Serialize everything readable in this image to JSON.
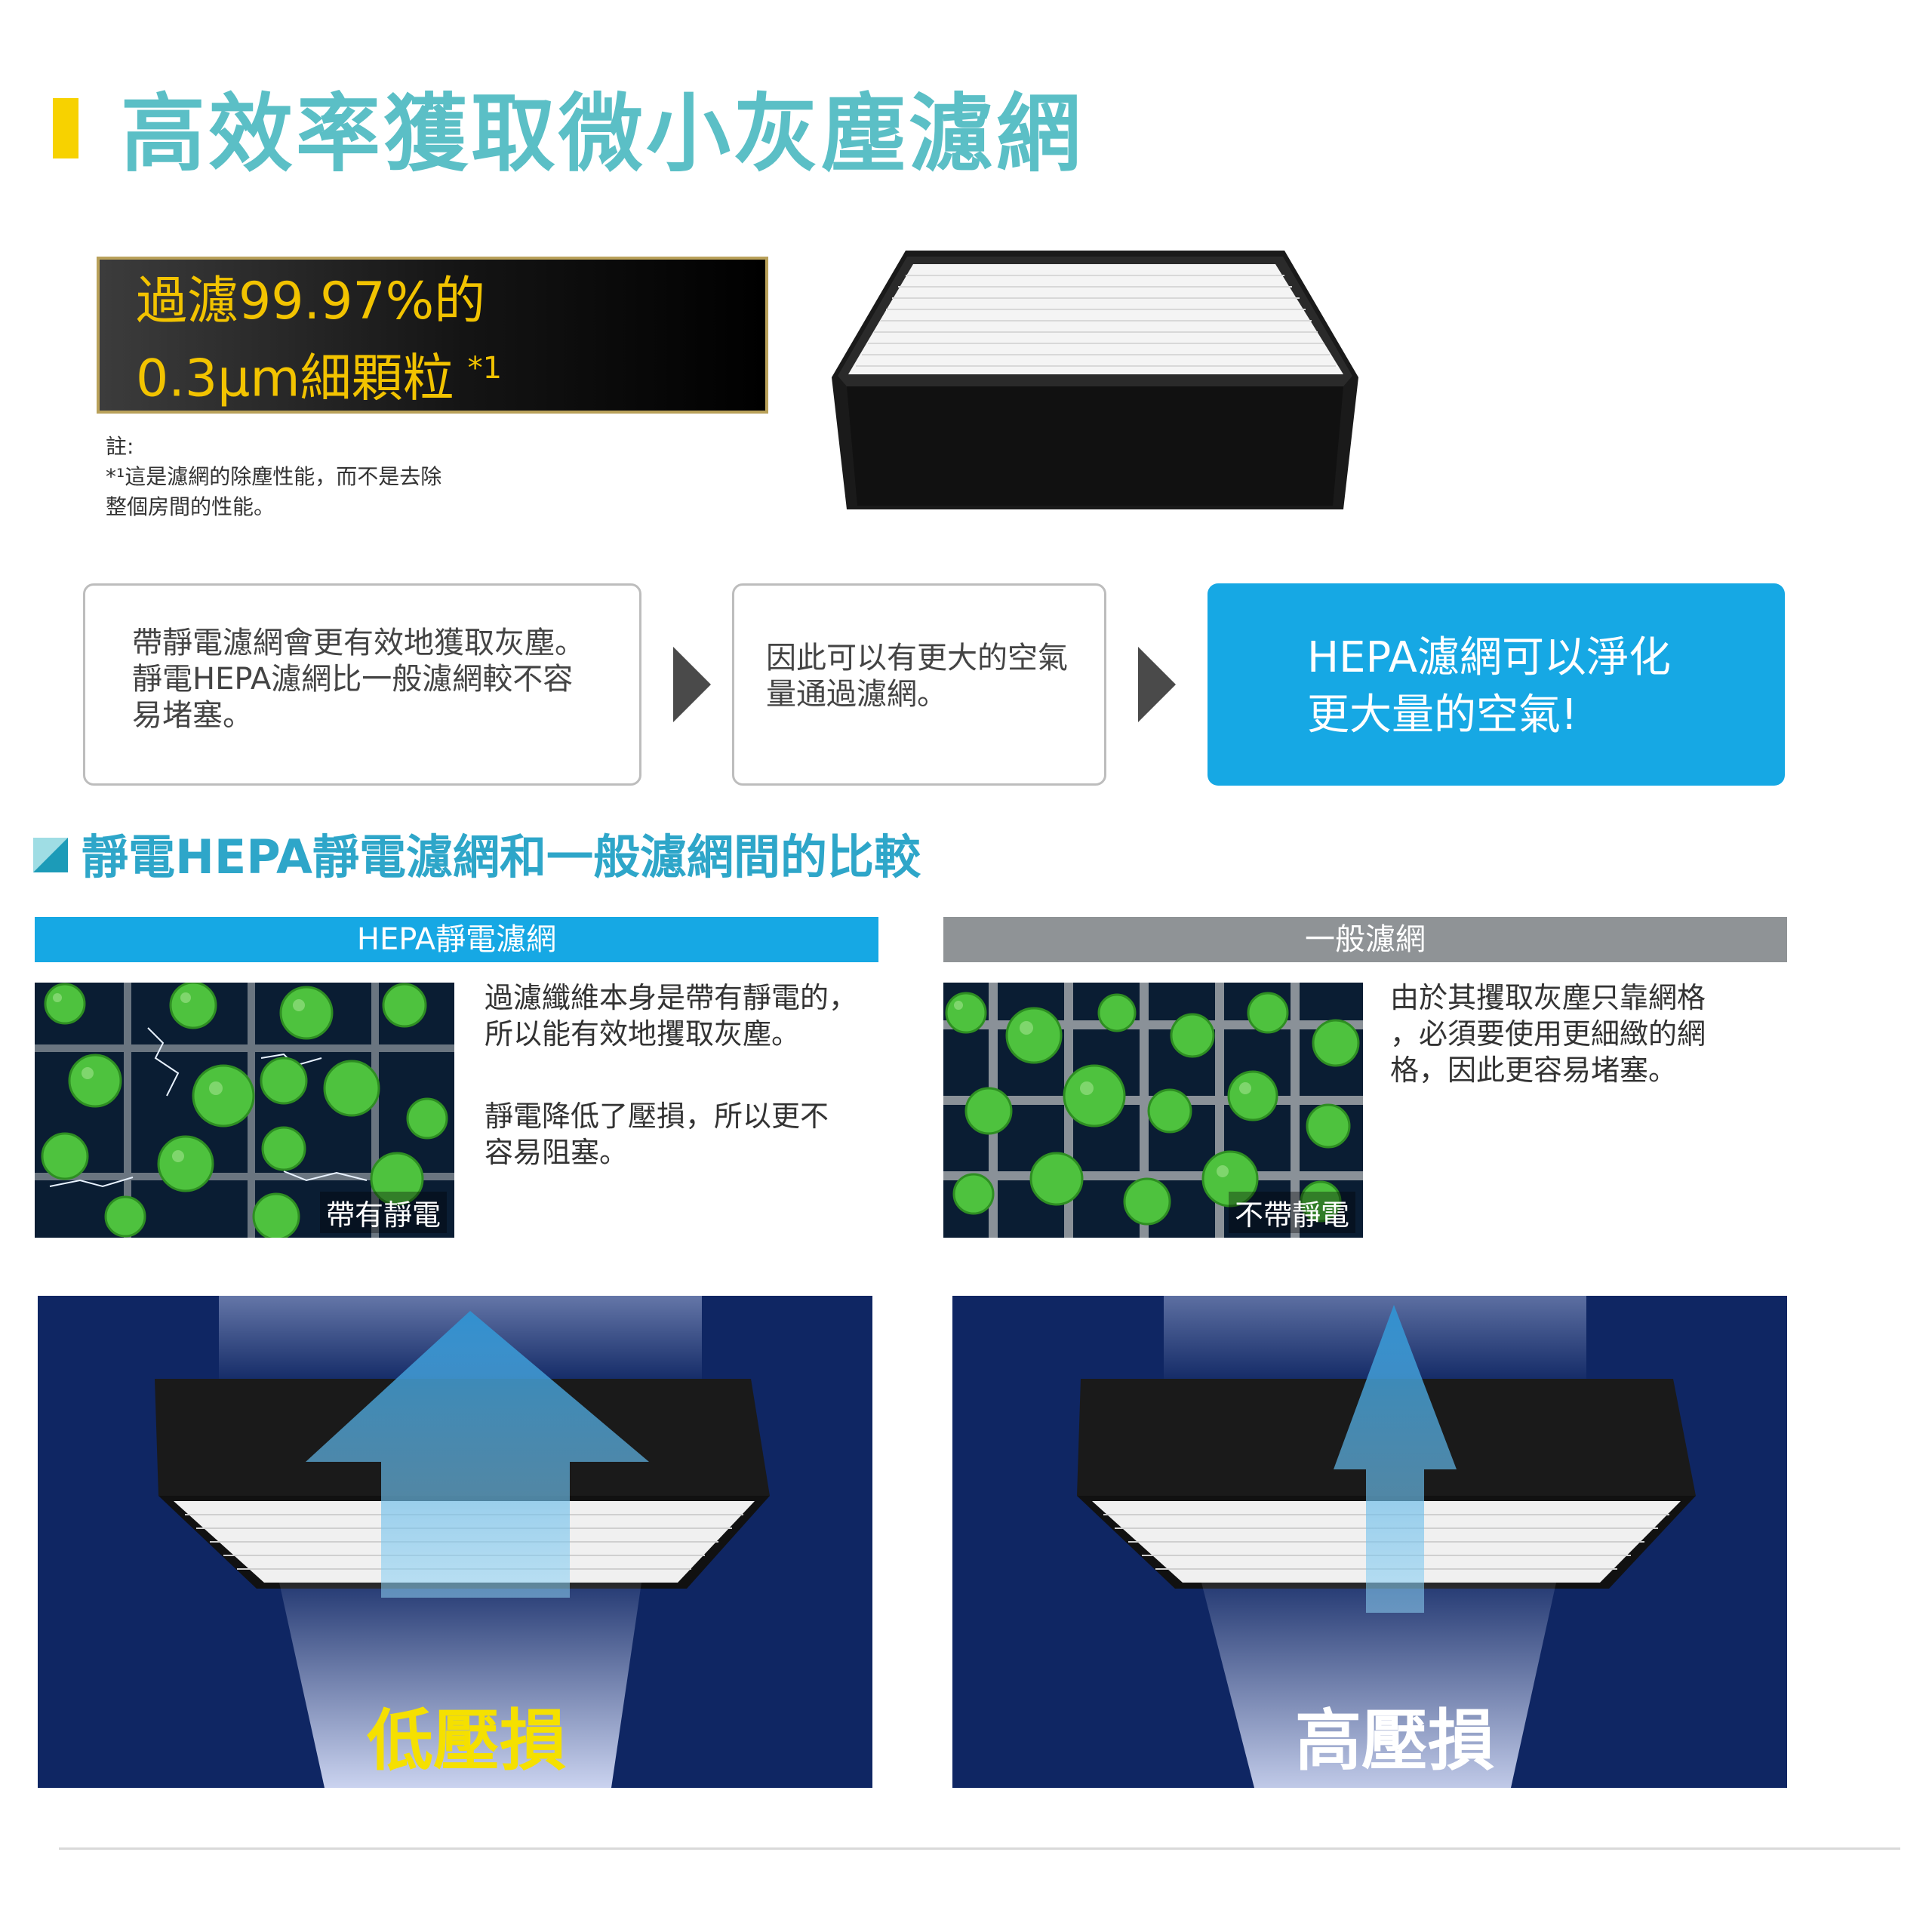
{
  "header": {
    "title": "高效率獲取微小灰塵濾網"
  },
  "spec": {
    "line1": "過濾99.97%的",
    "line2": "0.3μm細顆粒",
    "footnote_mark": "*1"
  },
  "note": {
    "label": "註:",
    "line1": "*¹這是濾網的除塵性能，而不是去除",
    "line2": "整個房間的性能。"
  },
  "flow": {
    "step1": [
      "帶靜電濾網會更有效地獲取灰塵。",
      "靜電HEPA濾網比一般濾網較不容",
      "易堵塞。"
    ],
    "step2": [
      "因此可以有更大的空氣",
      "量通過濾網。"
    ],
    "result": [
      "HEPA濾網可以淨化",
      "更大量的空氣!"
    ]
  },
  "comparison": {
    "title": "靜電HEPA靜電濾網和一般濾網間的比較",
    "hepa": {
      "header": "HEPA靜電濾網",
      "photo_caption": "帶有靜電",
      "desc1": [
        "過濾纖維本身是帶有靜電的，",
        "所以能有效地攫取灰塵。"
      ],
      "desc2": [
        "靜電降低了壓損，所以更不",
        "容易阻塞。"
      ],
      "pressure_label": "低壓損"
    },
    "normal": {
      "header": "一般濾網",
      "photo_caption": "不帶靜電",
      "desc": [
        "由於其攫取灰塵只靠網格",
        "，必須要使用更細緻的網",
        "格，因此更容易堵塞。"
      ],
      "pressure_label": "高壓損"
    }
  },
  "colors": {
    "title": "#5bbfc6",
    "accent_yellow": "#f7d200",
    "spec_text": "#f2c300",
    "blue": "#16a8e4",
    "gray_band": "#8f9396",
    "panel_bg": "#0f2663",
    "low_label": "#f5e000",
    "high_label": "#ffffff"
  },
  "icons": {
    "arrow1": "triangle-right-icon",
    "arrow2": "triangle-right-icon",
    "section": "teal-square-icon"
  }
}
